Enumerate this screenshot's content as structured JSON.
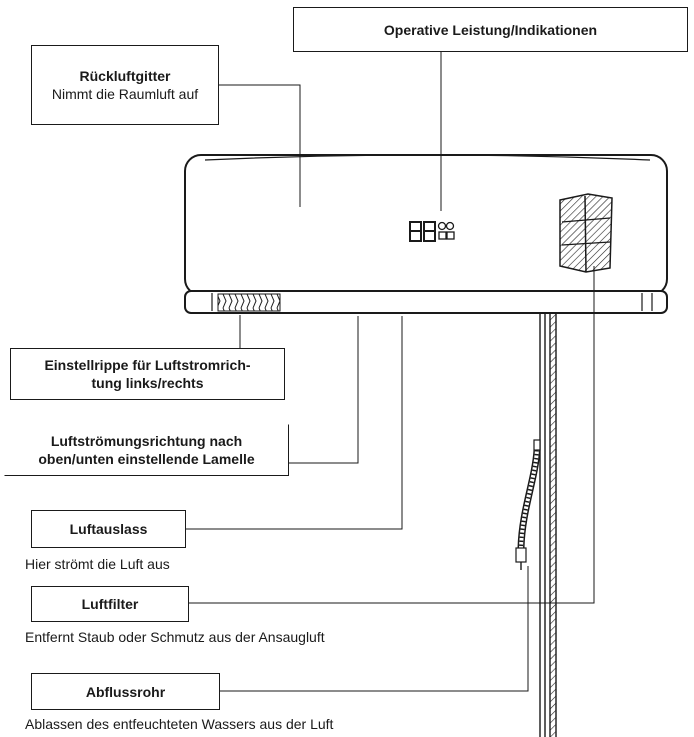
{
  "labels": {
    "ruckluftgitter_title": "Rückluftgitter",
    "ruckluftgitter_desc": "Nimmt die Raumluft auf",
    "operative_title": "Operative Leistung/Indikationen",
    "einstellrippe_line1": "Einstellrippe für Luftstromrich-",
    "einstellrippe_line2": "tung links/rechts",
    "lamelle_line1": "Luftströmungsrichtung nach",
    "lamelle_line2": "oben/unten einstellende Lamelle",
    "luftauslass_title": "Luftauslass",
    "luftauslass_desc": "Hier strömt die Luft aus",
    "luftfilter_title": "Luftfilter",
    "luftfilter_desc": "Entfernt Staub oder Schmutz aus der Ansaugluft",
    "abflussrohr_title": "Abflussrohr",
    "abflussrohr_desc": "Ablassen des entfeuchteten Wassers aus der Luft"
  }
}
